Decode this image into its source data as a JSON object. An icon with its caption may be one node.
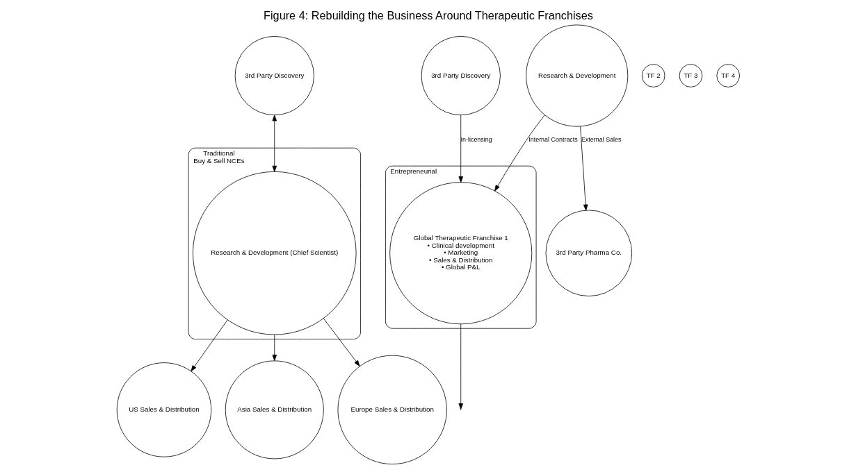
{
  "diagram": {
    "title": "Figure 4: Rebuilding the Business Around Therapeutic Franchises",
    "nodes": [
      {
        "text": [
          "Traditional",
          "Buy & Sell NCEs"
        ]
      },
      {
        "text": [
          "3rd Party Discovery"
        ]
      },
      {
        "text": [
          "Research & Development (Chief Scientist)"
        ],
        "in": 0
      },
      {
        "text": [
          "US Sales & Distribution"
        ]
      },
      {
        "text": [
          "Asia Sales & Distribution"
        ]
      },
      {
        "text": [
          "Europe Sales & Distribution"
        ]
      },
      {
        "text": [
          "Entrepreneurial"
        ]
      },
      {
        "text": [
          "3rd Party Discovery"
        ]
      },
      {
        "text": [
          "Global Therapeutic Franchise 1",
          "• Clinical development",
          "• Marketing",
          "• Sales & Distribution",
          "• Global P&L"
        ],
        "in": 6
      },
      {
        "text": [
          "TF 2"
        ]
      },
      {
        "text": [
          "TF 3"
        ]
      },
      {
        "text": [
          "TF 4"
        ]
      },
      {
        "text": [
          "Research & Development"
        ]
      },
      {
        "text": [
          "3rd Party Pharma Co."
        ]
      }
    ],
    "edges": [
      {
        "from": 1,
        "to": 2,
        "arrow": "both"
      },
      {
        "from": 2,
        "to": 3,
        "arrow": "to"
      },
      {
        "from": 2,
        "to": 4,
        "arrow": "to"
      },
      {
        "from": 2,
        "to": 5,
        "arrow": "to"
      },
      {
        "from": 7,
        "to": 8,
        "arrow": "to",
        "label": "In-licensing"
      },
      {
        "from": 12,
        "to": 8,
        "arrow": "to",
        "label": "Internal Contracts"
      },
      {
        "from": 12,
        "to": 13,
        "arrow": "to",
        "label": "External Sales"
      },
      {
        "from": 8,
        "to": null,
        "arrow": "to"
      }
    ]
  }
}
